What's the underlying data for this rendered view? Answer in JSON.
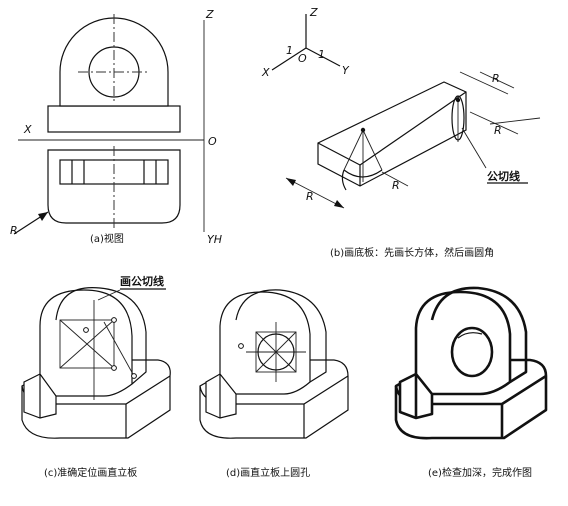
{
  "view_labels": {
    "z_axis": "Z",
    "x_axis": "X",
    "origin": "O",
    "y_axis": "YH",
    "radius": "R"
  },
  "iso_axes": {
    "z": "Z",
    "x": "X",
    "y": "Y",
    "o": "O",
    "unit_left": "1",
    "unit_right": "1"
  },
  "base_labels": {
    "r_left": "R",
    "r_mid": "R",
    "r_top": "R",
    "r_side": "R",
    "tangent_line": "公切线"
  },
  "stand_labels": {
    "tangent_line": "画公切线"
  },
  "captions": {
    "a": "(a)视图",
    "b": "(b)画底板：先画长方体，然后画圆角",
    "c": "(c)准确定位画直立板",
    "d": "(d)画直立板上圆孔",
    "e": "(e)检查加深，完成作图"
  },
  "colors": {
    "line": "#111111",
    "background": "#ffffff"
  }
}
